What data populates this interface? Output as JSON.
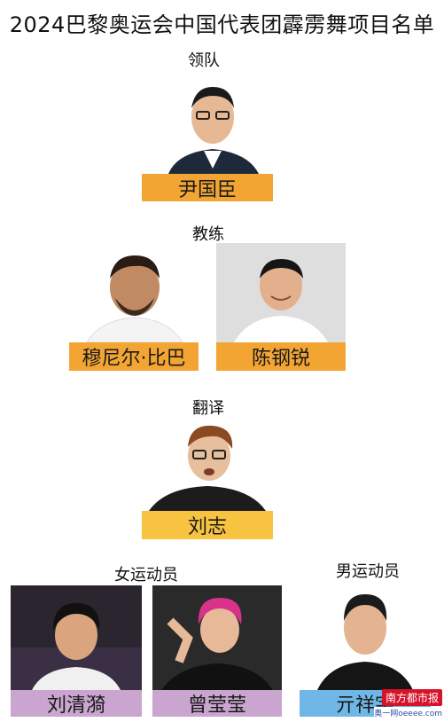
{
  "title": "2024巴黎奥运会中国代表团霹雳舞项目名单",
  "sections": {
    "leader": "领队",
    "coach": "教练",
    "translator": "翻译",
    "female": "女运动员",
    "male": "男运动员"
  },
  "people": {
    "leader": "尹国臣",
    "coach1": "穆尼尔·比巴",
    "coach2": "陈钢锐",
    "translator": "刘志",
    "female1": "刘清漪",
    "female2": "曾莹莹",
    "male1": "亓祥宇"
  },
  "watermark": {
    "brand": "南方都市报",
    "site": "奥一网oeeee.com"
  },
  "colors": {
    "orange": "#f3a534",
    "yellow": "#f7c341",
    "purple": "#c9a5cf",
    "blue": "#6fb7e6"
  }
}
